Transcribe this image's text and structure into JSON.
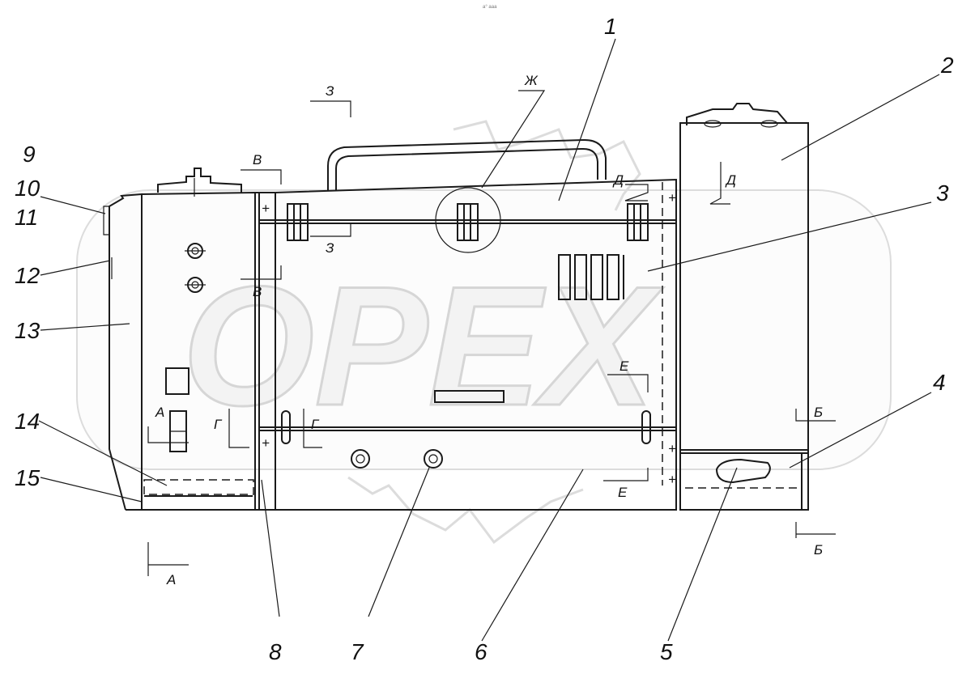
{
  "watermark": {
    "text": "OPEX"
  },
  "header_mark": "a° aaa",
  "callouts": [
    "1",
    "2",
    "3",
    "4",
    "5",
    "6",
    "7",
    "8",
    "9",
    "10",
    "11",
    "12",
    "13",
    "14",
    "15"
  ],
  "sections": {
    "z_top": "З",
    "z_mid": "З",
    "v_top": "В",
    "v_mid": "В",
    "zh": "Ж",
    "d_left": "Д",
    "d_right": "Д",
    "a_left": "А",
    "a_bottom": "А",
    "g_left": "Г",
    "g_right": "Г",
    "e_top": "Е",
    "e_bottom": "Е",
    "b_right": "Б",
    "b_bottom": "Б"
  }
}
